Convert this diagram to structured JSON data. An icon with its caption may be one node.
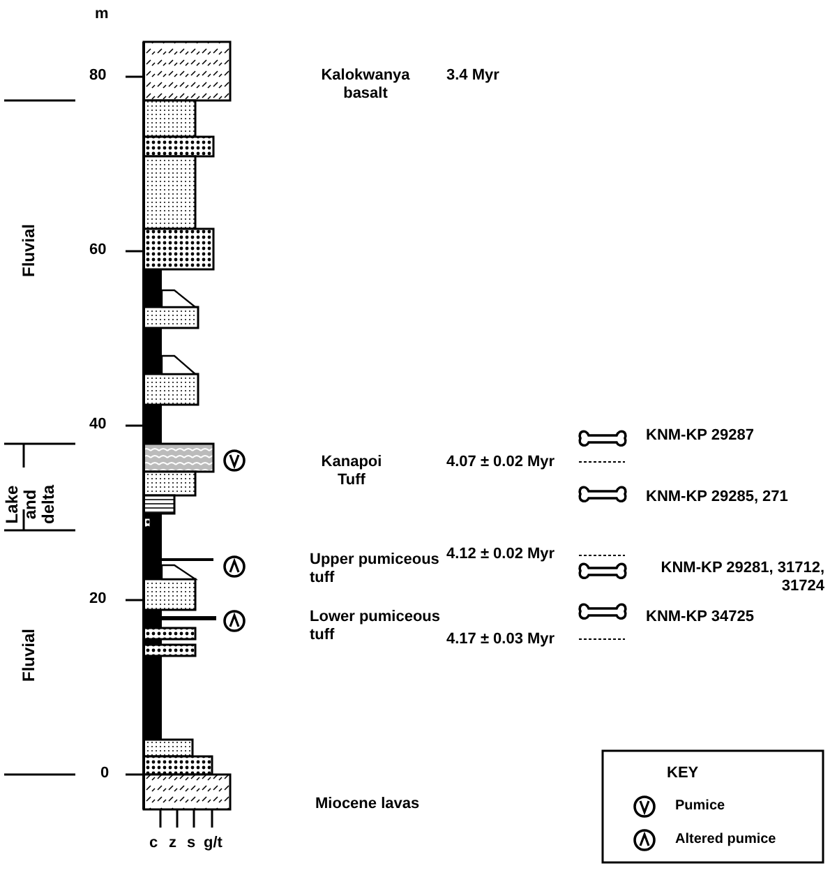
{
  "diagram": {
    "labels": [
      "m",
      "80",
      "Kalokwanya basalt",
      "3.4 Myr",
      "Fluvial",
      "60",
      "40",
      "KNM-KP 29287",
      "Lake and delta",
      "Kanapoi Tuff",
      "4.07 ± 0.02 Myr",
      "KNM-KP 29285, 271",
      "4.12 ± 0.02 Myr",
      "Upper pumiceous tuff",
      "KNM-KP 29281, 31712, 31724",
      "20",
      "Lower pumiceous tuff",
      "KNM-KP 34725",
      "4.17 ± 0.03 Myr",
      "Fluvial",
      "0",
      "Miocene lavas",
      "c",
      "z",
      "s",
      "g/t",
      "KEY"
    ],
    "legend": [
      {
        "text": "Pumice"
      },
      {
        "text": "Altered pumice"
      }
    ]
  }
}
